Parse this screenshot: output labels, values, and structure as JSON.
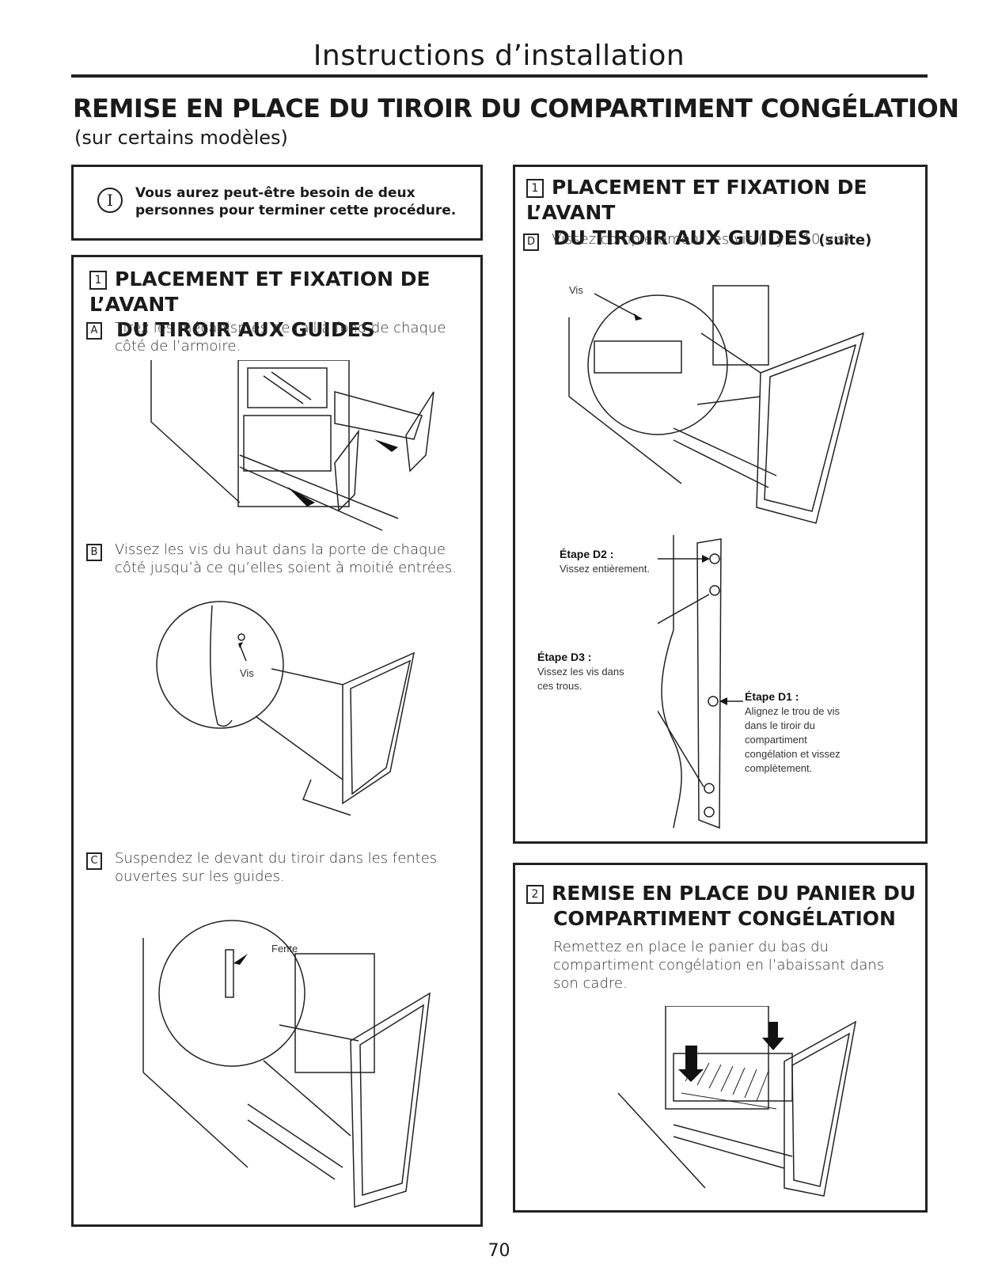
{
  "page_header": "Instructions d’installation",
  "main_title": "REMISE EN PLACE DU TIROIR DU COMPARTIMENT CONGÉLATION",
  "subtitle": "(sur certains modèles)",
  "note": {
    "icon": "info-icon",
    "text": "Vous aurez peut-être besoin de deux personnes pour terminer cette procédure."
  },
  "section1": {
    "number": "1",
    "title_line1": "PLACEMENT ET FIXATION DE L’AVANT",
    "title_line2": "DU TIROIR AUX GUIDES",
    "steps": [
      {
        "letter": "A",
        "text": "Tirez les mécanismes de rail à fond de chaque côté de l’armoire."
      },
      {
        "letter": "B",
        "text": "Vissez les vis du haut dans la porte de chaque côté jusqu’à ce qu’elles soient à moitié entrées."
      },
      {
        "letter": "C",
        "text": "Suspendez le devant du tiroir dans les fentes ouvertes sur les guides."
      }
    ],
    "label_vis": "Vis",
    "label_fente": "Fente"
  },
  "section1b": {
    "number": "1",
    "title_line1": "PLACEMENT ET FIXATION DE L’AVANT",
    "title_line2": "DU TIROIR AUX GUIDES",
    "title_suffix": "(suite)",
    "step": {
      "letter": "D",
      "text": "Vissez complètement les vis (il y a 10 vis)"
    },
    "label_vis": "Vis",
    "d2_title": "Étape D2 :",
    "d2_text": "Vissez entièrement.",
    "d3_title": "Étape D3 :",
    "d3_text": "Vissez les vis dans ces trous.",
    "d1_title": "Étape D1 :",
    "d1_text": "Alignez le trou de vis dans le tiroir du compartiment congélation et vissez complètement."
  },
  "section2": {
    "number": "2",
    "title_line1": "REMISE EN PLACE DU PANIER DU",
    "title_line2": "COMPARTIMENT CONGÉLATION",
    "text": "Remettez en place le panier du bas du compartiment congélation en l’abaissant dans son cadre."
  },
  "page_number": "70"
}
